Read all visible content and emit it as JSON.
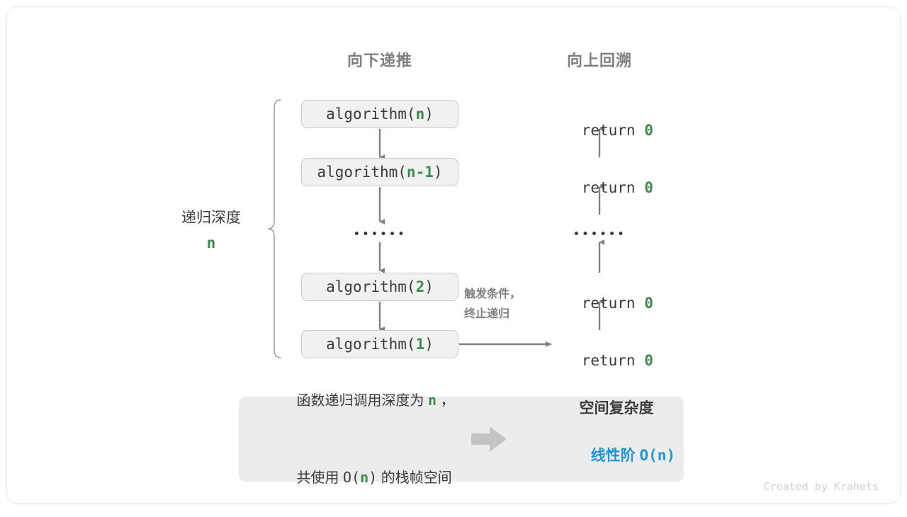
{
  "canvas": {
    "background": "#ffffff",
    "page_background": "#ffffff"
  },
  "colors": {
    "accent_green": "#3f8a4e",
    "accent_blue": "#2196d4",
    "text_dark": "#3b3b3b",
    "text_gray": "#7f7f7f",
    "box_fill": "#f1f1f1",
    "box_border": "#c9c9c9",
    "panel_fill": "#ececec",
    "arrow_gray": "#808080",
    "credit_gray": "#cfcfcf"
  },
  "headers": {
    "left": "向下递推",
    "right": "向上回溯"
  },
  "depth_annotation": {
    "label": "递归深度",
    "value": "n"
  },
  "call_stack": [
    {
      "prefix": "algorithm(",
      "arg": "n",
      "suffix": ")"
    },
    {
      "prefix": "algorithm(",
      "arg": "n-1",
      "suffix": ")"
    },
    {
      "prefix": "algorithm(",
      "arg": "2",
      "suffix": ")"
    },
    {
      "prefix": "algorithm(",
      "arg": "1",
      "suffix": ")"
    }
  ],
  "returns": [
    {
      "keyword": "return ",
      "value": "0"
    },
    {
      "keyword": "return ",
      "value": "0"
    },
    {
      "keyword": "return ",
      "value": "0"
    },
    {
      "keyword": "return ",
      "value": "0"
    }
  ],
  "ellipsis": {
    "left": "••••••",
    "right": "••••••"
  },
  "trigger_note": {
    "line1": "触发条件，",
    "line2": "终止递归"
  },
  "summary": {
    "left_line1_a": "函数递归调用深度为 ",
    "left_line1_n": "n",
    "left_line1_b": " ，",
    "left_line2_a": "共使用 ",
    "left_line2_o": "O(",
    "left_line2_n": "n",
    "left_line2_c": ")",
    "left_line2_b": " 的栈帧空间",
    "arrow_icon": "block-arrow-right-icon",
    "right_title": "空间复杂度",
    "right_value_a": "线性阶 ",
    "right_value_b": "O(n)"
  },
  "credit": "Created by Krahets"
}
